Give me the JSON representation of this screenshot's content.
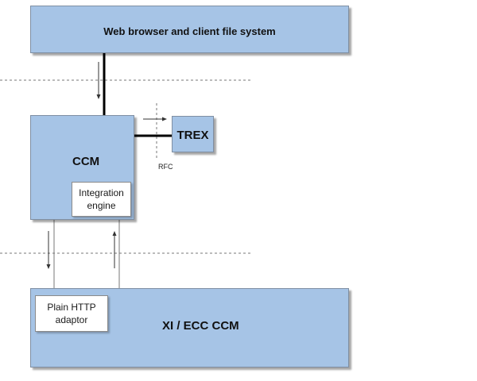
{
  "boxes": {
    "web_browser": {
      "label": "Web browser and client file system"
    },
    "ccm": {
      "label": "CCM"
    },
    "integration_engine": {
      "label": "Integration\nengine"
    },
    "trex": {
      "label": "TREX"
    },
    "xi_ecc_ccm": {
      "label": "XI / ECC CCM"
    },
    "plain_http_adaptor": {
      "label": "Plain HTTP\nadaptor"
    }
  },
  "connections": {
    "rfc_label": "RFC"
  },
  "colors": {
    "box_fill": "#a6c4e6",
    "box_border": "#7f8fa3",
    "inner_box_fill": "#ffffff",
    "connector": "#000000",
    "divider": "#777777"
  }
}
